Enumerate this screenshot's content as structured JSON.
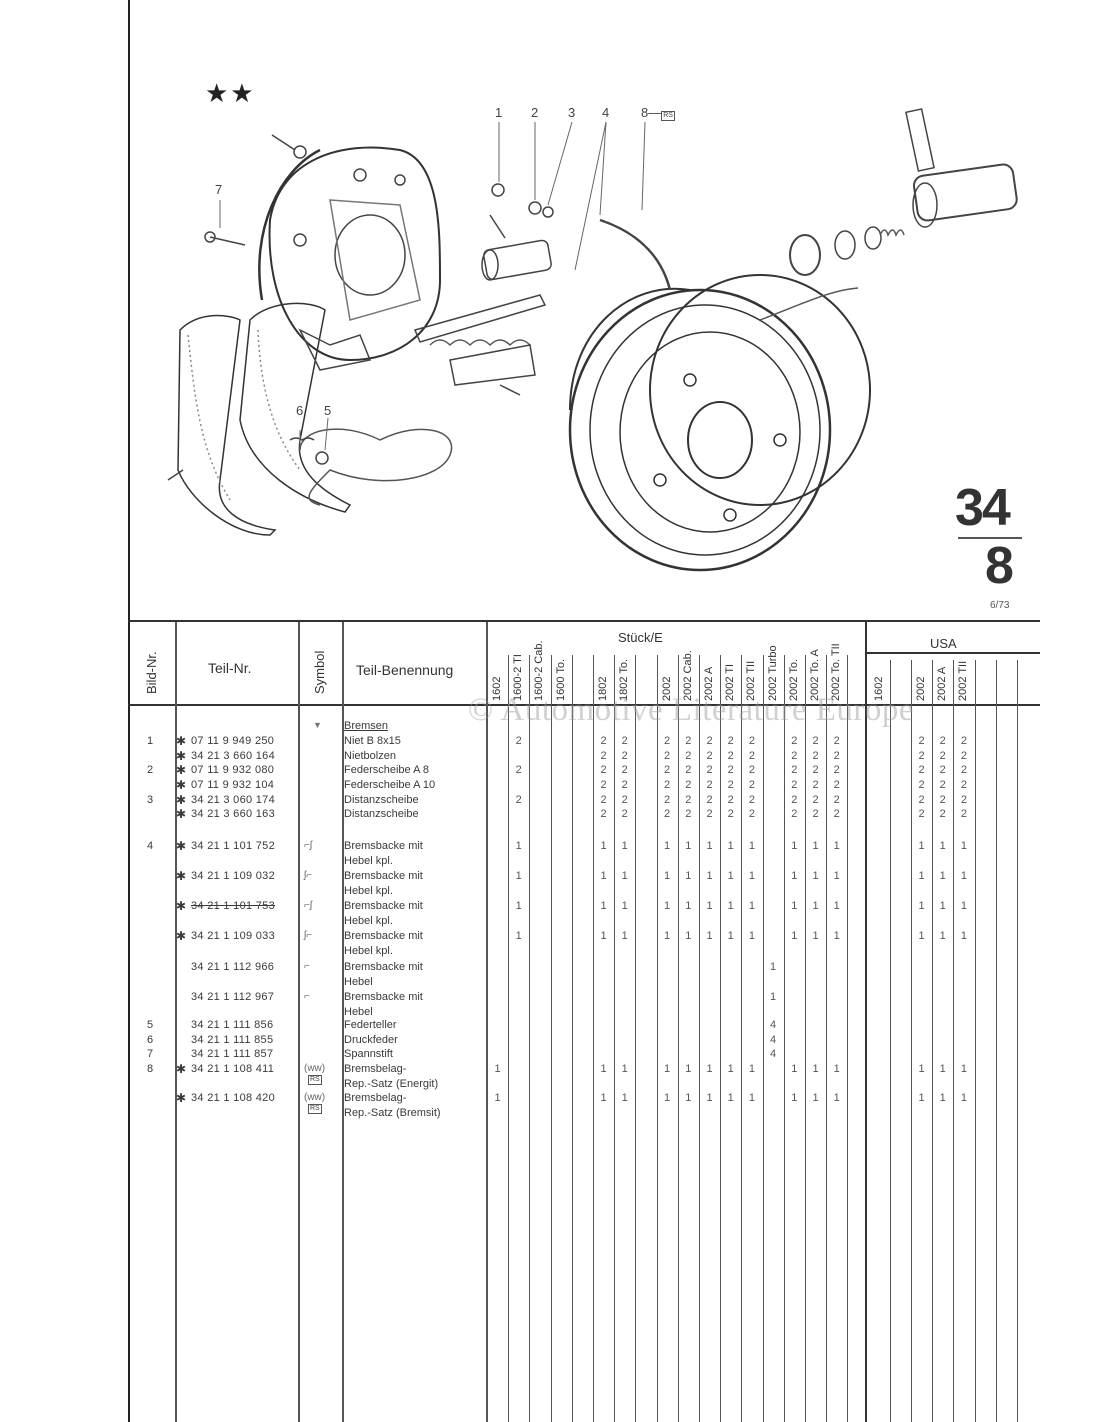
{
  "header": {
    "stars": "★★",
    "group_number": "34",
    "sheet_number": "8",
    "date": "6/73"
  },
  "diagram": {
    "callouts": [
      "1",
      "2",
      "3",
      "4",
      "8",
      "7",
      "6",
      "5"
    ],
    "callout_8_box": "RS"
  },
  "watermark": "© Automotive Literature Europe",
  "table": {
    "headers": {
      "bild_nr": "Bild-Nr.",
      "teil_nr": "Teil-Nr.",
      "symbol": "Symbol",
      "benennung": "Teil-Benennung",
      "group_europe": "Stück/E",
      "group_usa": "USA"
    },
    "model_columns": [
      "1602",
      "1600-2 TI",
      "1600-2 Cab.",
      "1600 To.",
      "",
      "1802",
      "1802 To.",
      "",
      "2002",
      "2002 Cab.",
      "2002 A",
      "2002 TI",
      "2002 TII",
      "2002 Turbo",
      "2002 To.",
      "2002 To. A",
      "2002 To. TII",
      "",
      "1602",
      "",
      "2002",
      "2002 A",
      "2002 TII",
      "",
      "",
      ""
    ],
    "section_heading": "Bremsen",
    "section_symbol": "▼",
    "parts": [
      {
        "bild": "1",
        "star": "✱",
        "teil_nr": "07 11 9 949 250",
        "struck": false,
        "symbol": "",
        "name": [
          "Niet B 8x15"
        ],
        "qty": [
          "",
          "2",
          "",
          "",
          "",
          "2",
          "2",
          "",
          "2",
          "2",
          "2",
          "2",
          "2",
          "",
          "2",
          "2",
          "2",
          "",
          "",
          "",
          "2",
          "2",
          "2",
          "",
          "",
          ""
        ]
      },
      {
        "bild": "",
        "star": "✱",
        "teil_nr": "34 21 3 660 164",
        "struck": false,
        "symbol": "",
        "name": [
          "Nietbolzen"
        ],
        "qty": [
          "",
          "",
          "",
          "",
          "",
          "2",
          "2",
          "",
          "2",
          "2",
          "2",
          "2",
          "2",
          "",
          "2",
          "2",
          "2",
          "",
          "",
          "",
          "2",
          "2",
          "2",
          "",
          "",
          ""
        ]
      },
      {
        "bild": "2",
        "star": "✱",
        "teil_nr": "07 11 9 932 080",
        "struck": false,
        "symbol": "",
        "name": [
          "Federscheibe A 8"
        ],
        "qty": [
          "",
          "2",
          "",
          "",
          "",
          "2",
          "2",
          "",
          "2",
          "2",
          "2",
          "2",
          "2",
          "",
          "2",
          "2",
          "2",
          "",
          "",
          "",
          "2",
          "2",
          "2",
          "",
          "",
          ""
        ]
      },
      {
        "bild": "",
        "star": "✱",
        "teil_nr": "07 11 9 932 104",
        "struck": false,
        "symbol": "",
        "name": [
          "Federscheibe A 10"
        ],
        "qty": [
          "",
          "",
          "",
          "",
          "",
          "2",
          "2",
          "",
          "2",
          "2",
          "2",
          "2",
          "2",
          "",
          "2",
          "2",
          "2",
          "",
          "",
          "",
          "2",
          "2",
          "2",
          "",
          "",
          ""
        ]
      },
      {
        "bild": "3",
        "star": "✱",
        "teil_nr": "34 21 3 060 174",
        "struck": false,
        "symbol": "",
        "name": [
          "Distanzscheibe"
        ],
        "qty": [
          "",
          "2",
          "",
          "",
          "",
          "2",
          "2",
          "",
          "2",
          "2",
          "2",
          "2",
          "2",
          "",
          "2",
          "2",
          "2",
          "",
          "",
          "",
          "2",
          "2",
          "2",
          "",
          "",
          ""
        ]
      },
      {
        "bild": "",
        "star": "✱",
        "teil_nr": "34 21 3 660 163",
        "struck": false,
        "symbol": "",
        "name": [
          "Distanzscheibe"
        ],
        "qty": [
          "",
          "",
          "",
          "",
          "",
          "2",
          "2",
          "",
          "2",
          "2",
          "2",
          "2",
          "2",
          "",
          "2",
          "2",
          "2",
          "",
          "",
          "",
          "2",
          "2",
          "2",
          "",
          "",
          ""
        ]
      },
      {
        "bild": "4",
        "star": "✱",
        "teil_nr": "34 21 1 101 752",
        "struck": false,
        "symbol": "⌐ʃ",
        "name": [
          "Bremsbacke mit",
          "Hebel kpl."
        ],
        "qty": [
          "",
          "1",
          "",
          "",
          "",
          "1",
          "1",
          "",
          "1",
          "1",
          "1",
          "1",
          "1",
          "",
          "1",
          "1",
          "1",
          "",
          "",
          "",
          "1",
          "1",
          "1",
          "",
          "",
          ""
        ]
      },
      {
        "bild": "",
        "star": "✱",
        "teil_nr": "34 21 1 109 032",
        "struck": false,
        "symbol": "ʃ⌐",
        "name": [
          "Bremsbacke mit",
          "Hebel kpl."
        ],
        "qty": [
          "",
          "1",
          "",
          "",
          "",
          "1",
          "1",
          "",
          "1",
          "1",
          "1",
          "1",
          "1",
          "",
          "1",
          "1",
          "1",
          "",
          "",
          "",
          "1",
          "1",
          "1",
          "",
          "",
          ""
        ]
      },
      {
        "bild": "",
        "star": "✱",
        "teil_nr": "34 21 1 101 753",
        "struck": true,
        "symbol": "⌐ʃ",
        "name": [
          "Bremsbacke mit",
          "Hebel kpl."
        ],
        "qty": [
          "",
          "1",
          "",
          "",
          "",
          "1",
          "1",
          "",
          "1",
          "1",
          "1",
          "1",
          "1",
          "",
          "1",
          "1",
          "1",
          "",
          "",
          "",
          "1",
          "1",
          "1",
          "",
          "",
          ""
        ]
      },
      {
        "bild": "",
        "star": "✱",
        "teil_nr": "34 21 1 109 033",
        "struck": false,
        "symbol": "ʃ⌐",
        "name": [
          "Bremsbacke mit",
          "Hebel kpl."
        ],
        "qty": [
          "",
          "1",
          "",
          "",
          "",
          "1",
          "1",
          "",
          "1",
          "1",
          "1",
          "1",
          "1",
          "",
          "1",
          "1",
          "1",
          "",
          "",
          "",
          "1",
          "1",
          "1",
          "",
          "",
          ""
        ]
      },
      {
        "bild": "",
        "star": "",
        "teil_nr": "34 21 1 112 966",
        "struck": false,
        "symbol": "⌐",
        "name": [
          "Bremsbacke mit",
          "Hebel"
        ],
        "qty": [
          "",
          "",
          "",
          "",
          "",
          "",
          "",
          "",
          "",
          "",
          "",
          "",
          "",
          "1",
          "",
          "",
          "",
          "",
          "",
          "",
          "",
          "",
          "",
          "",
          "",
          ""
        ]
      },
      {
        "bild": "",
        "star": "",
        "teil_nr": "34 21 1 112 967",
        "struck": false,
        "symbol": "⌐",
        "name": [
          "Bremsbacke mit",
          "Hebel"
        ],
        "qty": [
          "",
          "",
          "",
          "",
          "",
          "",
          "",
          "",
          "",
          "",
          "",
          "",
          "",
          "1",
          "",
          "",
          "",
          "",
          "",
          "",
          "",
          "",
          "",
          "",
          "",
          ""
        ]
      },
      {
        "bild": "5",
        "star": "",
        "teil_nr": "34 21 1 111 856",
        "struck": false,
        "symbol": "",
        "name": [
          "Federteller"
        ],
        "qty": [
          "",
          "",
          "",
          "",
          "",
          "",
          "",
          "",
          "",
          "",
          "",
          "",
          "",
          "4",
          "",
          "",
          "",
          "",
          "",
          "",
          "",
          "",
          "",
          "",
          "",
          ""
        ]
      },
      {
        "bild": "6",
        "star": "",
        "teil_nr": "34 21 1 111 855",
        "struck": false,
        "symbol": "",
        "name": [
          "Druckfeder"
        ],
        "qty": [
          "",
          "",
          "",
          "",
          "",
          "",
          "",
          "",
          "",
          "",
          "",
          "",
          "",
          "4",
          "",
          "",
          "",
          "",
          "",
          "",
          "",
          "",
          "",
          "",
          "",
          ""
        ]
      },
      {
        "bild": "7",
        "star": "",
        "teil_nr": "34 21 1 111 857",
        "struck": false,
        "symbol": "",
        "name": [
          "Spannstift"
        ],
        "qty": [
          "",
          "",
          "",
          "",
          "",
          "",
          "",
          "",
          "",
          "",
          "",
          "",
          "",
          "4",
          "",
          "",
          "",
          "",
          "",
          "",
          "",
          "",
          "",
          "",
          "",
          ""
        ]
      },
      {
        "bild": "8",
        "star": "✱",
        "teil_nr": "34 21 1 108 411",
        "struck": false,
        "symbol": "(ww)",
        "symbol_box": "RS",
        "name": [
          "Bremsbelag-",
          "Rep.-Satz (Energit)"
        ],
        "qty": [
          "1",
          "",
          "",
          "",
          "",
          "1",
          "1",
          "",
          "1",
          "1",
          "1",
          "1",
          "1",
          "",
          "1",
          "1",
          "1",
          "",
          "",
          "",
          "1",
          "1",
          "1",
          "",
          "",
          ""
        ]
      },
      {
        "bild": "",
        "star": "✱",
        "teil_nr": "34 21 1 108 420",
        "struck": false,
        "symbol": "(ww)",
        "symbol_box": "RS",
        "name": [
          "Bremsbelag-",
          "Rep.-Satz (Bremsit)"
        ],
        "qty": [
          "1",
          "",
          "",
          "",
          "",
          "1",
          "1",
          "",
          "1",
          "1",
          "1",
          "1",
          "1",
          "",
          "1",
          "1",
          "1",
          "",
          "",
          "",
          "1",
          "1",
          "1",
          "",
          "",
          ""
        ]
      }
    ]
  }
}
